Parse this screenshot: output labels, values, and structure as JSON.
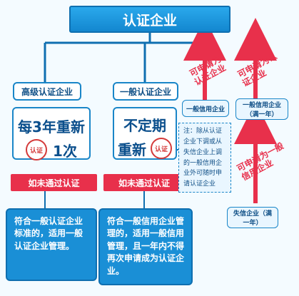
{
  "title": "认证企业",
  "advanced": {
    "label": "高级认证企业",
    "review": "每3年重新",
    "review_suffix": "1次",
    "fail": "如未通过认证",
    "outcome": "符合一般认证企业标准的，适用一般认证企业管理。"
  },
  "general": {
    "label": "一般认证企业",
    "review_line1": "不定期",
    "review_line2": "重新",
    "fail": "如未通过认证",
    "outcome": "符合一般信用企业管理的，适用一般信用管理，且一年内不得再次申请成为认证企业。"
  },
  "seal_text": "认证",
  "right": {
    "apply1": "可申请为认证企业",
    "apply2": "可申请为认证企业",
    "general_credit": "一般信用企业",
    "general_credit_year": "一般信用企业（满一年）",
    "note": "注：除从认证企业下调或从失信企业上调的一般信用企业外可随时申请认证企业",
    "apply3": "可申请为一般信用企业",
    "dishonest": "失信企业（满一年）"
  }
}
